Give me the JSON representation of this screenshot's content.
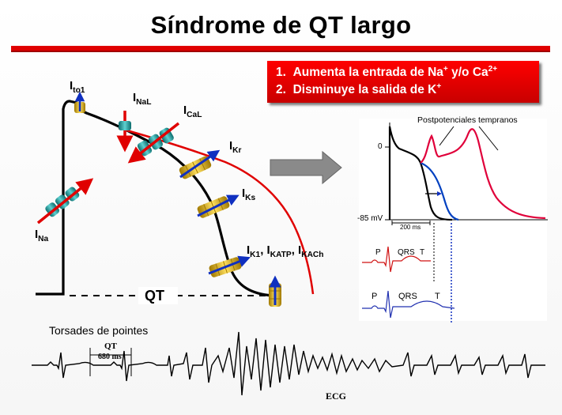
{
  "title": "Síndrome de QT largo",
  "info_box": {
    "item1_num": "1.",
    "item1_pre": "Aumenta la entrada de Na",
    "item1_sup1": "+",
    "item1_mid": " y/o Ca",
    "item1_sup2": "2+",
    "item2_num": "2.",
    "item2_pre": "Disminuye la salida de K",
    "item2_sup": "+"
  },
  "currents": {
    "ito1": {
      "base": "I",
      "sub": "to1"
    },
    "inal": {
      "base": "I",
      "sub": "NaL"
    },
    "ical": {
      "base": "I",
      "sub": "CaL"
    },
    "ikr": {
      "base": "I",
      "sub": "Kr"
    },
    "iks": {
      "base": "I",
      "sub": "Ks"
    },
    "ina": {
      "base": "I",
      "sub": "Na"
    },
    "ik1": {
      "base": "I",
      "sub": "K1",
      "sep": ", "
    },
    "ikatp": {
      "base": "I",
      "sub": "KATP",
      "sep": ", "
    },
    "ikach": {
      "base": "I",
      "sub": "KACh"
    }
  },
  "qt_label": "QT",
  "ap_panel": {
    "zero_label": "0",
    "rest_label": "-85 mV",
    "duration_label": "200 ms",
    "ead_label": "Postpotenciales tempranos",
    "ecg_top": {
      "p": "P",
      "qrs": "QRS",
      "t": "T"
    },
    "ecg_bottom": {
      "p": "P",
      "qrs": "QRS",
      "t": "T"
    }
  },
  "torsades": {
    "label": "Torsades de pointes",
    "qt_label": "QT",
    "qt_ms": "680 ms",
    "ecg_label": "ECG"
  },
  "colors": {
    "accent_red": "#e00000",
    "channel_teal": "#2aa8a8",
    "channel_yellow": "#f0c000",
    "arrow_blue": "#1030c0",
    "ap_red": "#e0003a",
    "ap_blue": "#0040c0"
  },
  "icons": [
    "ion-channel-icon",
    "inward-arrow-icon",
    "outward-arrow-icon",
    "gray-right-arrow-icon",
    "curved-return-arrow-icon"
  ]
}
